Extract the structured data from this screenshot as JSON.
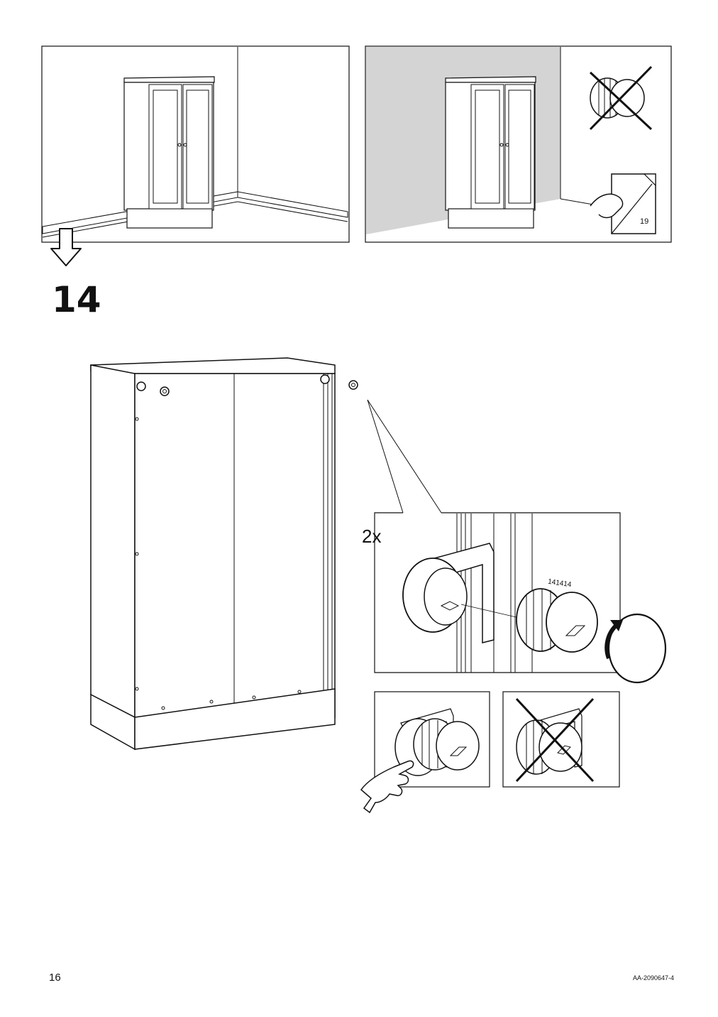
{
  "page": {
    "step_number": "14",
    "page_number": "16",
    "document_code": "AA-2090647-4"
  },
  "top_panels": {
    "ref_page_number": "19"
  },
  "detail": {
    "quantity_label": "2x",
    "part_number": "141414"
  },
  "colors": {
    "line": "#111111",
    "wall_shade": "#d4d4d4",
    "background": "#ffffff"
  }
}
